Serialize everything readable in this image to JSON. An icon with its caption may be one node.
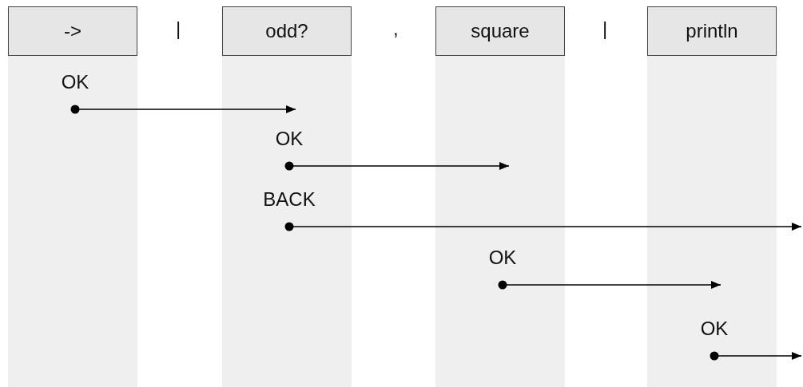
{
  "diagram": {
    "nodes": [
      {
        "text": [
          "->"
        ]
      },
      {
        "text": [
          "odd?"
        ]
      },
      {
        "text": [
          "square"
        ]
      },
      {
        "text": [
          "println"
        ]
      }
    ],
    "edges": [
      {
        "from": 0,
        "to": 1,
        "arrow": "to",
        "label": "OK"
      },
      {
        "from": 1,
        "to": 2,
        "arrow": "to",
        "label": "OK"
      },
      {
        "from": 1,
        "to": null,
        "arrow": "to",
        "label": "BACK"
      },
      {
        "from": 2,
        "to": 3,
        "arrow": "to",
        "label": "OK"
      },
      {
        "from": 3,
        "to": null,
        "arrow": "to",
        "label": "OK"
      }
    ],
    "labels": [
      "|",
      ",",
      "|"
    ]
  }
}
